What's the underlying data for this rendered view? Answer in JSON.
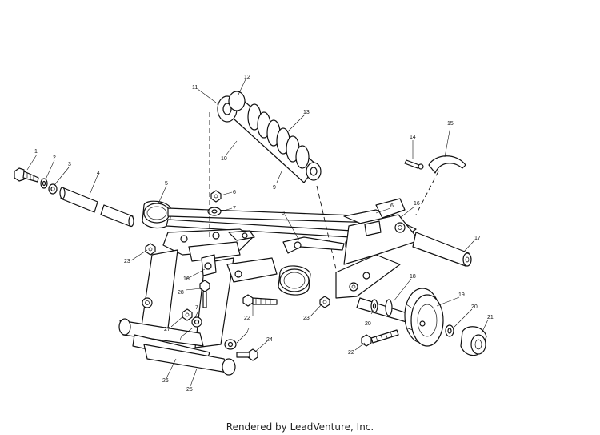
{
  "footer": {
    "credit": "Rendered by LeadVenture, Inc."
  },
  "diagram": {
    "callouts": [
      "1",
      "2",
      "3",
      "4",
      "5",
      "6",
      "7",
      "8",
      "9",
      "10",
      "11",
      "12",
      "13",
      "14",
      "15",
      "16",
      "16",
      "6",
      "17",
      "18",
      "19",
      "20",
      "21",
      "22",
      "22",
      "23",
      "23",
      "24",
      "25",
      "26",
      "27",
      "28",
      "7",
      "7",
      "20",
      "7"
    ]
  }
}
